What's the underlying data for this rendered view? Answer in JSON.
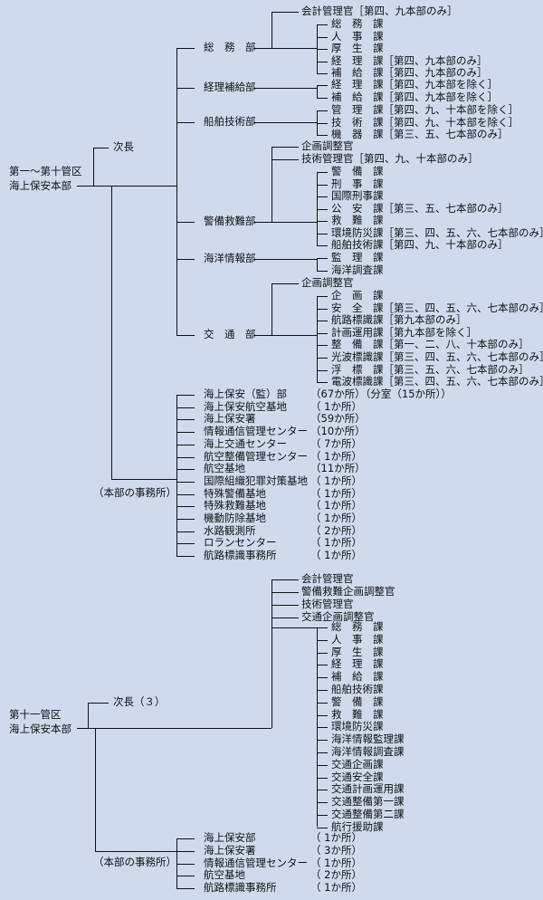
{
  "sec1": {
    "hq": [
      "第一～第十管区",
      "海上保安本部"
    ],
    "deputy": "次長",
    "office": "（本部の事務所）",
    "somu": {
      "name": "総　務　部",
      "top": "会計管理官［第四、九本部のみ］",
      "items": [
        "総　務　課",
        "人　事　課",
        "厚　生　課",
        "経　理　課［第四、九本部のみ］",
        "補　給　課［第四、九本部のみ］"
      ]
    },
    "keiri": {
      "name": "経理補給部",
      "items": [
        "経　理　課［第四、九本部を除く］",
        "補　給　課［第四、九本部を除く］"
      ]
    },
    "senpaku": {
      "name": "船舶技術部",
      "items": [
        "管　理　課［第四、九、十本部を除く］",
        "技　術　課［第四、九、十本部を除く］",
        "機　器　課［第三、五、七本部のみ］"
      ]
    },
    "keibi": {
      "name": "警備救難部",
      "top": [
        "企画調整官",
        "技術管理官［第四、九、十本部のみ］"
      ],
      "items": [
        "警　備　課",
        "刑　事　課",
        "国際刑事課",
        "公　安　課［第三、五、七本部のみ］",
        "救　難　課",
        "環境防災課［第三、四、五、六、七本部のみ］",
        "船舶技術課［第四、九、十本部のみ］"
      ]
    },
    "kaiyo": {
      "name": "海洋情報部",
      "items": [
        "監　理　課",
        "海洋調査課"
      ]
    },
    "kotsu": {
      "name": "交　通　部",
      "top": "企画調整官",
      "items": [
        "企　画　課",
        "安　全　課［第三、四、五、六、七本部のみ］",
        "航路標識課［第九本部のみ］",
        "計画運用課［第九本部を除く］",
        "整　備　課［第一、二、八、十本部のみ］",
        "光波標識課［第三、四、五、六、七本部のみ］",
        "浮　標　課［第三、五、六、七本部のみ］",
        "電波標識課［第三、四、五、六、七本部のみ］"
      ]
    },
    "offices": [
      {
        "name": "海上保安（監）部",
        "count": "（67か所）（分室（15か所））"
      },
      {
        "name": "海上保安航空基地",
        "count": "（ 1か所）"
      },
      {
        "name": "海上保安署",
        "count": "（59か所）"
      },
      {
        "name": "情報通信管理センター",
        "count": "（10か所）"
      },
      {
        "name": "海上交通センター",
        "count": "（ 7か所）"
      },
      {
        "name": "航空整備管理センター",
        "count": "（ 1か所）"
      },
      {
        "name": "航空基地",
        "count": "（11か所）"
      },
      {
        "name": "国際組織犯罪対策基地",
        "count": "（ 1か所）"
      },
      {
        "name": "特殊警備基地",
        "count": "（ 1か所）"
      },
      {
        "name": "特殊救難基地",
        "count": "（ 1か所）"
      },
      {
        "name": "機動防除基地",
        "count": "（ 1か所）"
      },
      {
        "name": "水路観測所",
        "count": "（ 2か所）"
      },
      {
        "name": "ロランセンター",
        "count": "（ 1か所）"
      },
      {
        "name": "航路標識事務所",
        "count": "（ 1か所）"
      }
    ]
  },
  "sec2": {
    "hq": [
      "第十一管区",
      "海上保安本部"
    ],
    "deputy": "次長（３）",
    "office": "（本部の事務所）",
    "top": [
      "会計管理官",
      "警備救難企画調整官",
      "技術管理官",
      "交通企画調整官"
    ],
    "items": [
      "総　務　課",
      "人　事　課",
      "厚　生　課",
      "経　理　課",
      "補　給　課",
      "船舶技術課",
      "警　備　課",
      "救　難　課",
      "環境防災課",
      "海洋情報監理課",
      "海洋情報調査課",
      "交通企画課",
      "交通安全課",
      "交通計画運用課",
      "交通整備第一課",
      "交通整備第二課",
      "航行援助課"
    ],
    "offices": [
      {
        "name": "海上保安部",
        "count": "（ 1か所）"
      },
      {
        "name": "海上保安署",
        "count": "（ 3か所）"
      },
      {
        "name": "情報通信管理センター",
        "count": "（ 1か所）"
      },
      {
        "name": "航空基地",
        "count": "（ 2か所）"
      },
      {
        "name": "航路標識事務所",
        "count": "（ 1か所）"
      }
    ]
  }
}
